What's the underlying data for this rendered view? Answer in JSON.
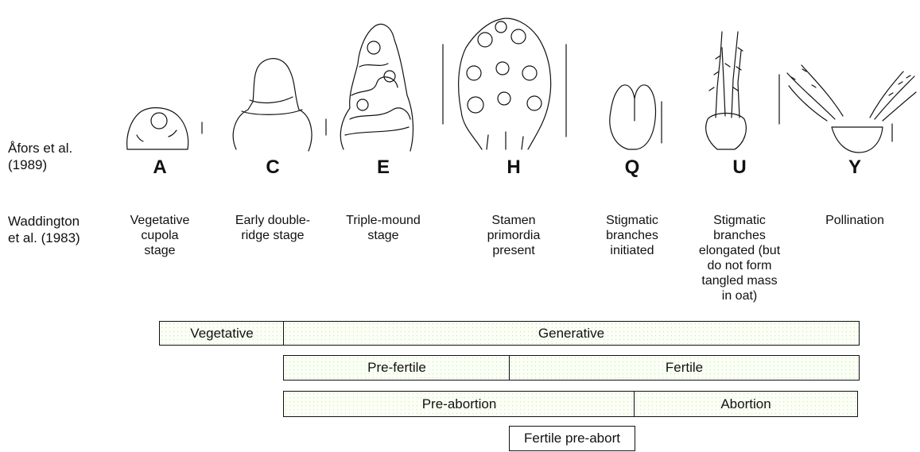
{
  "labels": {
    "afors": [
      "Åfors et al.",
      "(1989)"
    ],
    "waddington": [
      "Waddington",
      "et al. (1983)"
    ]
  },
  "stages": [
    {
      "code": "A",
      "description": [
        "Vegetative",
        "cupola",
        "stage"
      ]
    },
    {
      "code": "C",
      "description": [
        "Early double-",
        "ridge stage"
      ]
    },
    {
      "code": "E",
      "description": [
        "Triple-mound",
        "stage"
      ]
    },
    {
      "code": "H",
      "description": [
        "Stamen",
        "primordia",
        "present"
      ]
    },
    {
      "code": "Q",
      "description": [
        "Stigmatic",
        "branches",
        "initiated"
      ]
    },
    {
      "code": "U",
      "description": [
        "Stigmatic",
        "branches",
        "elongated (but",
        "do not form",
        "tangled mass",
        "in oat)"
      ]
    },
    {
      "code": "Y",
      "description": [
        "Pollination"
      ]
    }
  ],
  "phases": {
    "vegetative": "Vegetative",
    "generative": "Generative",
    "pre_fertile": "Pre-fertile",
    "fertile": "Fertile",
    "pre_abortion": "Pre-abortion",
    "abortion": "Abortion",
    "fertile_pre_abort": "Fertile pre-abort"
  },
  "colors": {
    "ink": "#111111",
    "dot_fill": "#c9ecae"
  }
}
